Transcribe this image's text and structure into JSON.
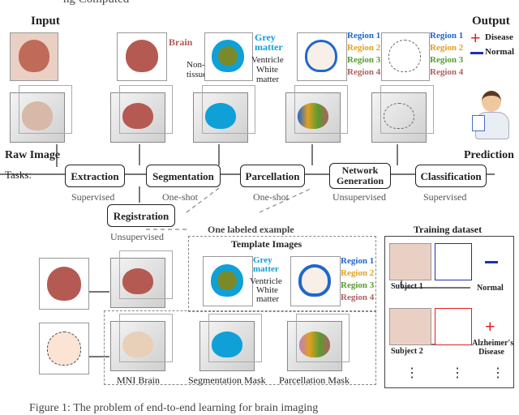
{
  "headers": {
    "input": "Input",
    "output": "Output",
    "raw_image": "Raw Image",
    "prediction": "Prediction",
    "tasks": "Tasks:",
    "training_dataset": "Training dataset",
    "template_images": "Template Images",
    "one_labeled_example": "One labeled example",
    "top_cut": "ng Computed"
  },
  "steps": [
    {
      "label": "Extraction",
      "sub": "Supervised"
    },
    {
      "label": "Segmentation",
      "sub": "One-shot"
    },
    {
      "label": "Parcellation",
      "sub": "One-shot"
    },
    {
      "label": "Network Generation",
      "sub": "Unsupervised"
    },
    {
      "label": "Classification",
      "sub": "Supervised"
    }
  ],
  "registration": {
    "label": "Registration",
    "sub": "Unsupervised"
  },
  "thumb_labels": {
    "brain": "Brain",
    "non_brain": "Non-brain tissue",
    "grey_matter": "Grey matter",
    "ventricle": "Ventricle",
    "white_matter": "White matter"
  },
  "regions": [
    "Region 1",
    "Region 2",
    "Region 3",
    "Region 4"
  ],
  "legend": {
    "disease": "Disease",
    "normal": "Normal"
  },
  "bottom_labels": {
    "mni": "MNI Brain",
    "seg_mask": "Segmentation Mask",
    "parc_mask": "Parcellation Mask"
  },
  "training": {
    "subject1": "Subject 1",
    "subject2": "Subject 2",
    "normal": "Normal",
    "alzheimers": "Alzheimer's Disease",
    "dots": "⋮"
  },
  "caption": "Figure 1: The problem of end-to-end learning for brain imaging",
  "colors": {
    "brain": "#b55a52",
    "grey": "#0fa0d8",
    "white": "#7a8a2a",
    "r1": "#2266cc",
    "r2": "#e0a020",
    "r3": "#5a9a30",
    "r4": "#b06060",
    "disease": "#e02020",
    "normal": "#2030b0"
  }
}
